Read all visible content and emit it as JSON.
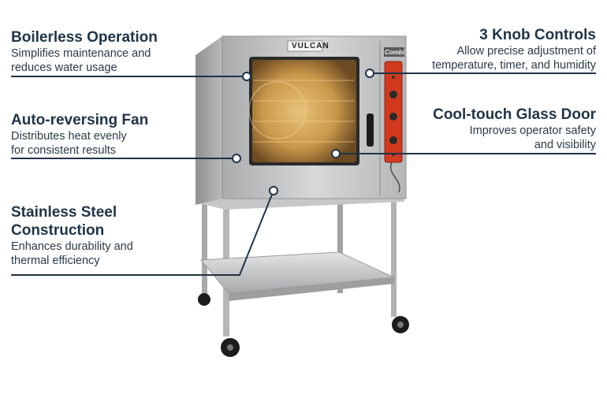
{
  "brand": {
    "logo_text": "VULCAN",
    "panel_text": "Combi"
  },
  "features": {
    "boilerless": {
      "title": "Boilerless Operation",
      "line1": "Simplifies maintenance and",
      "line2": "reduces water usage"
    },
    "fan": {
      "title": "Auto-reversing Fan",
      "line1": "Distributes heat evenly",
      "line2": "for consistent results"
    },
    "steel": {
      "title1": "Stainless Steel",
      "title2": "Construction",
      "line1": "Enhances durability and",
      "line2": "thermal efficiency"
    },
    "knobs": {
      "title": "3 Knob Controls",
      "line1": "Allow precise adjustment of",
      "line2": "temperature, timer, and humidity"
    },
    "glass": {
      "title": "Cool-touch Glass Door",
      "line1": "Improves operator safety",
      "line2": "and visibility"
    }
  },
  "colors": {
    "text_heading": "#1f3447",
    "leader_line": "#1f3447",
    "steel": "#b9bbbd",
    "control_panel": "#d23a1f"
  }
}
